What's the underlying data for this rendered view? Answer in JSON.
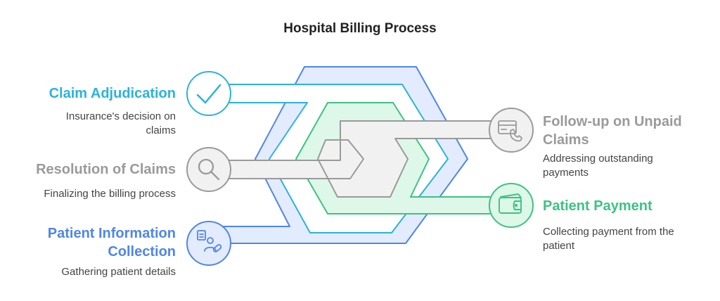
{
  "title": "Hospital Billing Process",
  "colors": {
    "blue": "#4f86e8",
    "blue_fill": "#e3ebff",
    "cyan": "#2ab3dc",
    "cyan_fill": "#ffffff",
    "green": "#3cc383",
    "green_fill": "#ddf7e8",
    "gray": "#9a9a9a",
    "gray_fill": "#f1f1f1"
  },
  "steps": [
    {
      "id": "claim-adjudication",
      "title": "Claim Adjudication",
      "description": "Insurance's decision on claims",
      "color": "#2ab3dc",
      "icon": "checkmark-icon"
    },
    {
      "id": "resolution-of-claims",
      "title": "Resolution of Claims",
      "description": "Finalizing the billing process",
      "color": "#9a9a9a",
      "icon": "magnifier-icon"
    },
    {
      "id": "patient-information-collection",
      "title": "Patient Information Collection",
      "description": "Gathering patient details",
      "color": "#4f86e8",
      "icon": "patient-record-icon"
    },
    {
      "id": "follow-up-on-unpaid-claims",
      "title": "Follow-up on Unpaid Claims",
      "description": "Addressing outstanding payments",
      "color": "#9a9a9a",
      "icon": "card-phone-icon"
    },
    {
      "id": "patient-payment",
      "title": "Patient Payment",
      "description": "Collecting payment from the patient",
      "color": "#3cc383",
      "icon": "wallet-icon"
    }
  ]
}
